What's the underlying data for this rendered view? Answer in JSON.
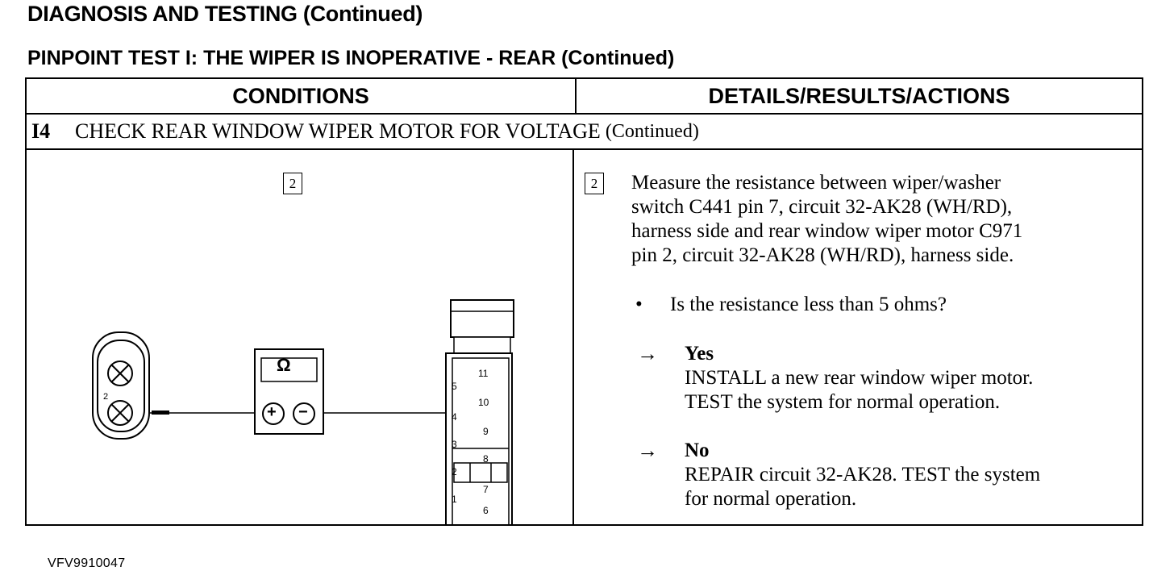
{
  "header": {
    "title": "DIAGNOSIS AND TESTING (Continued)",
    "subtitle": "PINPOINT TEST I: THE WIPER IS INOPERATIVE - REAR (Continued)"
  },
  "table": {
    "col_conditions": "CONDITIONS",
    "col_actions": "DETAILS/RESULTS/ACTIONS",
    "step_number": "I4",
    "step_title": "CHECK REAR WINDOW WIPER MOTOR FOR VOLTAGE",
    "step_suffix": "(Continued)"
  },
  "figure": {
    "step_box": "2",
    "meter_symbol": "Ω",
    "meter_plus": "+",
    "meter_minus": "−",
    "motor_pin": "2",
    "connector_pins_left": [
      "5",
      "4",
      "3",
      "2",
      "1"
    ],
    "connector_pins_right": [
      "11",
      "10",
      "9",
      "8",
      "7",
      "6"
    ],
    "figure_id": "VFV9910047"
  },
  "details": {
    "step_box": "2",
    "lines": [
      "Measure the resistance between wiper/washer",
      "switch C441 pin 7, circuit 32-AK28 (WH/RD),",
      "harness side and rear window wiper motor C971",
      "pin 2, circuit 32-AK28 (WH/RD), harness side."
    ],
    "bullet": "•",
    "question": "Is the resistance less than 5 ohms?",
    "arrow": "→",
    "yes_label": "Yes",
    "yes_lines": [
      "INSTALL a new rear window wiper motor.",
      "TEST the system for normal operation."
    ],
    "no_label": "No",
    "no_lines": [
      "REPAIR circuit 32-AK28. TEST the system",
      "for normal operation."
    ]
  }
}
